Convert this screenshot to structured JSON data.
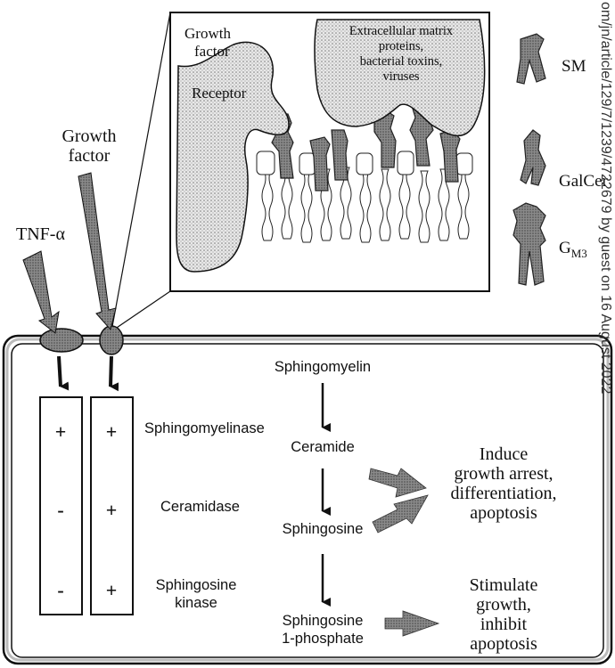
{
  "inset": {
    "growth_factor": [
      "Growth",
      "factor"
    ],
    "receptor": "Receptor",
    "ecm": [
      "Extracellular matrix",
      "proteins,",
      "bacterial toxins,",
      "viruses"
    ]
  },
  "legend": {
    "sm": "SM",
    "galcer": "GalCer",
    "gm3_main": "G",
    "gm3_sub": "M3"
  },
  "stimuli": {
    "growth_factor": [
      "Growth",
      "factor"
    ],
    "tnf": "TNF-α"
  },
  "columns": {
    "tnf": [
      "+",
      "-",
      "-"
    ],
    "growth_factor": [
      "+",
      "+",
      "+"
    ]
  },
  "enzymes": {
    "sphingomyelinase": "Sphingomyelinase",
    "ceramidase": "Ceramidase",
    "sphingosine_kinase": [
      "Sphingosine",
      "kinase"
    ]
  },
  "pathway": {
    "sphingomyelin": "Sphingomyelin",
    "ceramide": "Ceramide",
    "sphingosine": "Sphingosine",
    "s1p": [
      "Sphingosine",
      "1-phosphate"
    ]
  },
  "outcomes": {
    "induce": [
      "Induce",
      "growth arrest,",
      "differentiation,",
      "apoptosis"
    ],
    "stimulate": [
      "Stimulate",
      "growth,",
      "inhibit",
      "apoptosis"
    ]
  },
  "watermark": "om/jn/article/129/7/1239/4722679 by guest on 16 August 2022",
  "colors": {
    "stipple": "#c9c9c9",
    "lipid_dark": "#6e6e6e",
    "arrow_grey": "#8a8a8a",
    "outline": "#111111"
  }
}
